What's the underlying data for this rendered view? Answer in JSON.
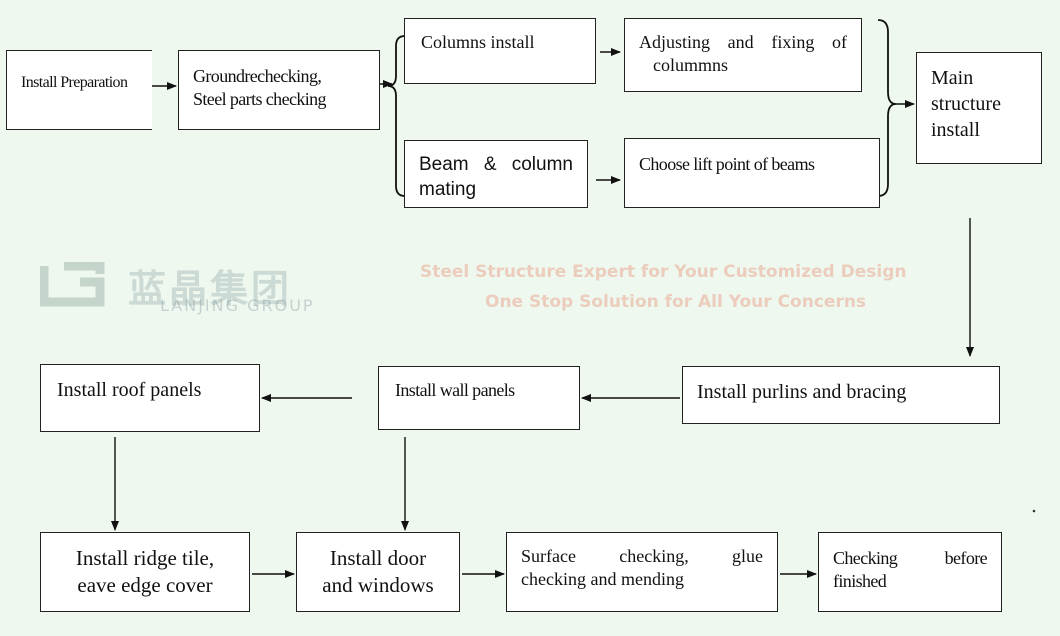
{
  "watermark": {
    "brand_cn": "蓝晶集团",
    "brand_en": "LANJING GROUP",
    "tagline_1": "Steel Structure Expert for Your Customized Design",
    "tagline_2": "One Stop Solution for All Your Concerns"
  },
  "steps": {
    "install_preparation": "Install Preparation",
    "ground_checking_1": "Groundrechecking,",
    "ground_checking_2": "Steel parts checking",
    "columns_install": "Columns install",
    "adjusting_1": "Adjusting and fixing of",
    "adjusting_2": "colummns",
    "beam_column_1": "Beam & column",
    "beam_column_2": "mating",
    "choose_lift": "Choose lift point of beams",
    "main_structure_1": "Main",
    "main_structure_2": "structure",
    "main_structure_3": "install",
    "purlins": "Install purlins and bracing",
    "wall_panels": "Install wall panels",
    "roof_panels": "Install roof panels",
    "ridge_tile_1": "Install ridge tile,",
    "ridge_tile_2": "eave edge cover",
    "door_windows_1": "Install door",
    "door_windows_2": "and windows",
    "surface_checking_1": "Surface checking, glue",
    "surface_checking_2": "checking and mending",
    "final_check_1": "Checking before",
    "final_check_2": "finished"
  }
}
